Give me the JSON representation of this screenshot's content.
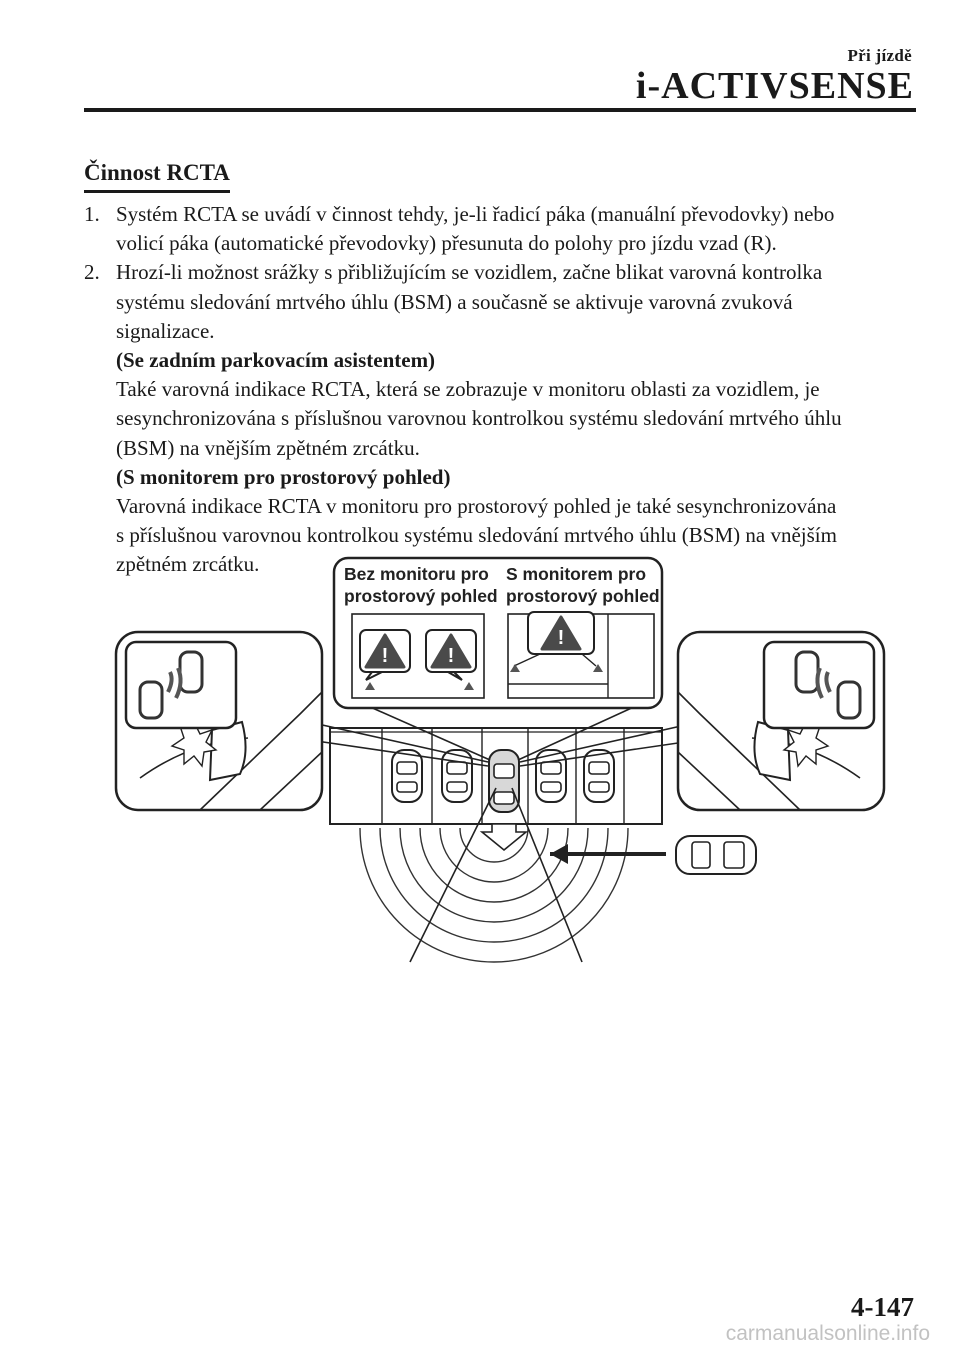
{
  "header": {
    "chapter": "Při jízdě",
    "title": "i-ACTIVSENSE"
  },
  "section": {
    "heading": "Činnost RCTA",
    "items": [
      {
        "number": "1.",
        "lines": [
          "Systém RCTA se uvádí v činnost tehdy, je-li řadicí páka (manuální převodovky) nebo",
          "volicí páka (automatické převodovky) přesunuta do polohy pro jízdu vzad (R)."
        ]
      },
      {
        "number": "2.",
        "lines": [
          "Hrozí-li možnost srážky s přibližujícím se vozidlem, začne blikat varovná kontrolka",
          "systému sledování mrtvého úhlu (BSM) a současně se aktivuje varovná zvuková",
          "signalizace."
        ],
        "subsections": [
          {
            "heading": "(Se zadním parkovacím asistentem)",
            "lines": [
              "Také varovná indikace RCTA, která se zobrazuje v monitoru oblasti za vozidlem, je",
              "sesynchronizována s příslušnou varovnou kontrolkou systému sledování mrtvého úhlu",
              "(BSM) na vnějším zpětném zrcátku."
            ]
          },
          {
            "heading": "(S monitorem pro prostorový pohled)",
            "lines": [
              "Varovná indikace RCTA v monitoru pro prostorový pohled je také sesynchronizována",
              "s příslušnou varovnou kontrolkou systému sledování mrtvého úhlu (BSM) na vnějším",
              "zpětném zrcátku."
            ]
          }
        ]
      }
    ]
  },
  "figure": {
    "label_left_line1": "Bez monitoru pro",
    "label_left_line2": "prostorový pohled",
    "label_right_line1": "S monitorem pro",
    "label_right_line2": "prostorový pohled",
    "warning_symbol": "!"
  },
  "footer": {
    "page_number": "4-147",
    "watermark": "carmanualsonline.info"
  }
}
